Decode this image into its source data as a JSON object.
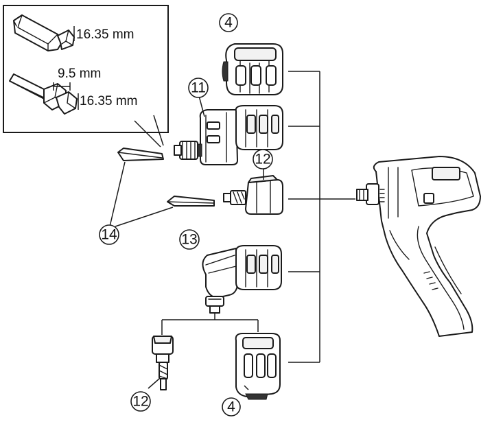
{
  "inset": {
    "dimension_1": "16.35 mm",
    "dimension_2": "9.5 mm",
    "dimension_3": "16.35 mm"
  },
  "callouts": {
    "chuck_top": "4",
    "offset_attachment": "11",
    "bit_adapter_middle": "12",
    "angle_attachment": "13",
    "bits": "14",
    "bit_adapter_bottom": "12",
    "chuck_bottom": "4"
  }
}
